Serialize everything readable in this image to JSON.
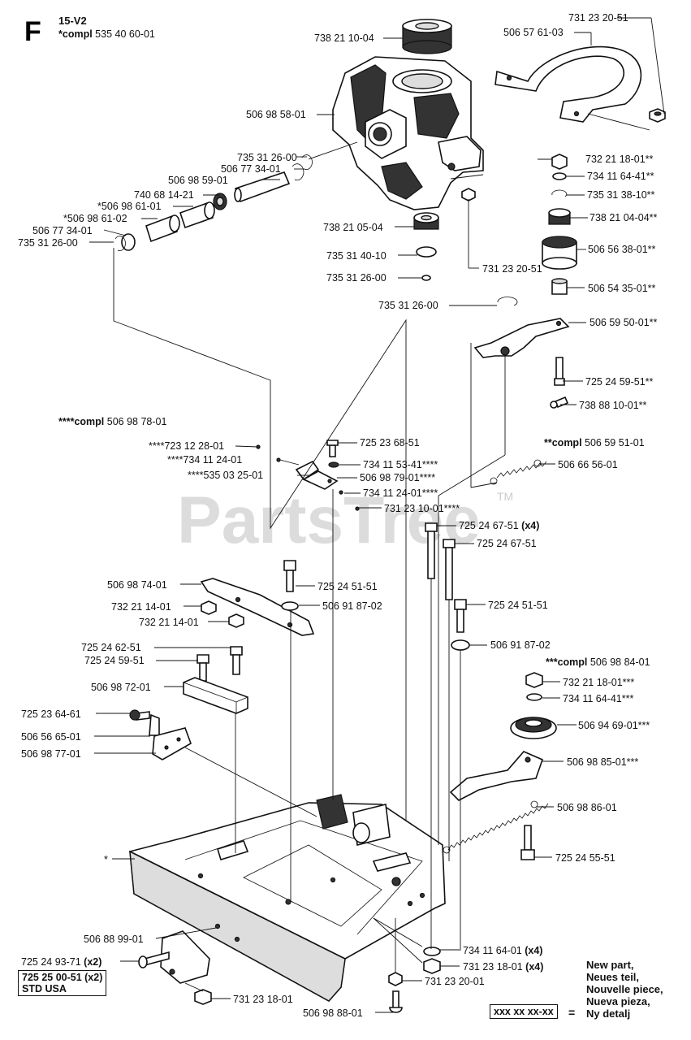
{
  "header": {
    "letter": "F",
    "model": "15-V2",
    "compl_prefix": "*compl",
    "compl_number": "535 40 60-01"
  },
  "watermark": {
    "text": "PartsTree",
    "tm": "TM"
  },
  "kits": {
    "k4": {
      "prefix": "****compl",
      "number": "506 98 78-01"
    },
    "k2": {
      "prefix": "**compl",
      "number": "506 59 51-01"
    },
    "k3": {
      "prefix": "***compl",
      "number": "506 98 84-01"
    }
  },
  "labels": {
    "l1": "738 21 10-04",
    "l2": "731 23 20-51",
    "l3": "506 57 61-03",
    "l4": "506 98 58-01",
    "l5": "735 31 26-00",
    "l6": "506 77 34-01",
    "l7": "506 98 59-01",
    "l8": "740 68 14-21",
    "l9": "*506 98 61-01",
    "l10": "*506 98 61-02",
    "l11": "506 77 34-01",
    "l12": "735 31 26-00",
    "l13": "732 21 18-01**",
    "l14": "734 11 64-41**",
    "l15": "735 31 38-10**",
    "l16": "738 21 04-04**",
    "l17": "738 21 05-04",
    "l18": "506 56 38-01**",
    "l19": "735 31 40-10",
    "l20": "731 23 20-51",
    "l21": "735 31 26-00",
    "l22": "506 54 35-01**",
    "l23": "735 31 26-00",
    "l24": "506 59 50-01**",
    "l25": "725 24 59-51**",
    "l26": "738 88 10-01**",
    "l27": "725 23 68-51",
    "l28": "****723 12 28-01",
    "l29": "****734 11 24-01",
    "l30": "734 11 53-41****",
    "l31": "****535 03 25-01",
    "l32": "506 98 79-01****",
    "l33": "734 11 24-01****",
    "l34": "731 23 10-01****",
    "l35": "506 66 56-01",
    "l36": "725 24 67-51",
    "l36x": "(x4)",
    "l37": "725 24 67-51",
    "l38": "506 98 74-01",
    "l39": "725 24 51-51",
    "l40": "732 21 14-01",
    "l41": "506 91 87-02",
    "l42": "732 21 14-01",
    "l43": "725 24 51-51",
    "l44": "725 24 62-51",
    "l45": "506 91 87-02",
    "l46": "725 24 59-51",
    "l47": "506 98 72-01",
    "l48": "732 21 18-01***",
    "l49": "734 11 64-41***",
    "l50": "725 23 64-61",
    "l51": "506 94 69-01***",
    "l52": "506 56 65-01",
    "l53": "506 98 77-01",
    "l54": "506 98 85-01***",
    "l55": "506 98 86-01",
    "l56": "*",
    "l57": "725 24 55-51",
    "l58": "506 88 99-01",
    "l59": "734 11 64-01",
    "l59x": "(x4)",
    "l60": "725 24 93-71",
    "l60x": "(x2)",
    "l61": "731 23 18-01",
    "l61x": "(x4)",
    "l62": "731 23 20-01",
    "l63": "731 23 18-01",
    "l64": "506 98 88-01"
  },
  "std_box": {
    "line1": "725 25 00-51 (x2)",
    "line2": "STD USA"
  },
  "legend": {
    "lines": [
      "New part,",
      "Neues teil,",
      "Nouvelle piece,",
      "Nueva pieza,",
      "Ny detalj"
    ],
    "code": "xxx xx xx-xx",
    "equals": "="
  }
}
